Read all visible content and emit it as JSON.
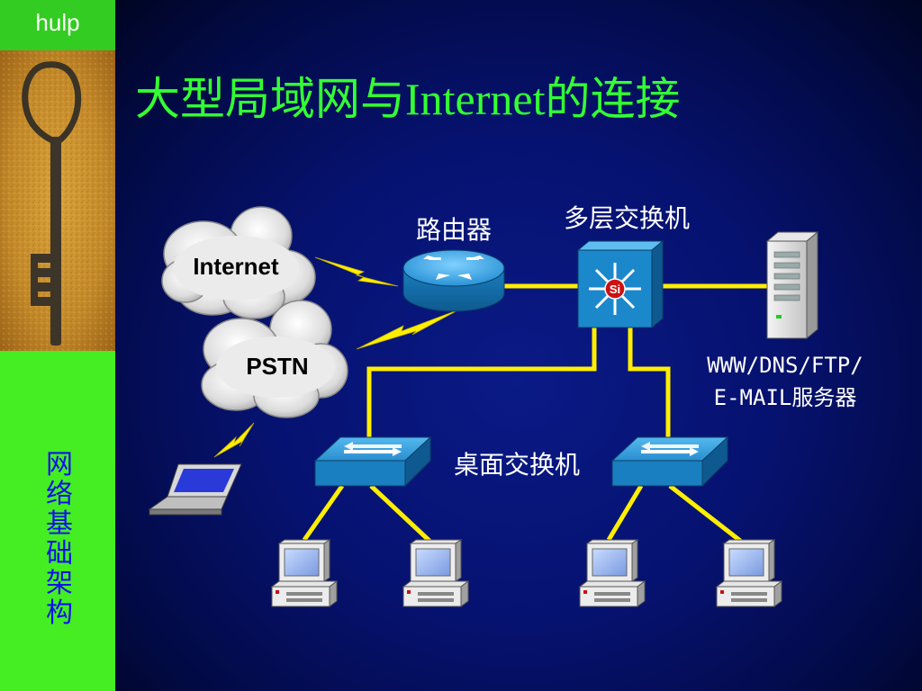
{
  "sidebar": {
    "tag": "hulp",
    "vertical_text": [
      "网",
      "络",
      "基",
      "础",
      "架",
      "构"
    ]
  },
  "title": {
    "part1": "大型局域网与",
    "part2": "Internet",
    "part3": "的连接"
  },
  "diagram": {
    "internet_cloud": "Internet",
    "pstn_cloud": "PSTN",
    "router_label": "路由器",
    "multilayer_switch_label": "多层交换机",
    "multilayer_switch_badge": "Si",
    "server_label_line1": "WWW/DNS/FTP/",
    "server_label_line2": "E-MAIL服务器",
    "desktop_switch_label": "桌面交换机"
  },
  "colors": {
    "sidebar_green": "#44ee22",
    "title_green": "#33ff33",
    "link_yellow": "#ffee00",
    "vertical_text_blue": "#1010ee",
    "device_blue": "#1188cc"
  }
}
